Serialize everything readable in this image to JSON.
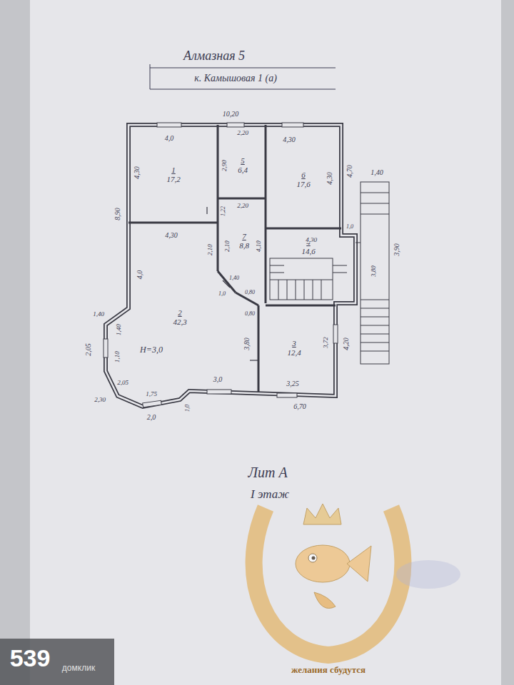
{
  "diagram": {
    "nodes": [
      {
        "text": [
          "1",
          "17,2"
        ]
      },
      {
        "text": [
          "5",
          "6,4"
        ]
      },
      {
        "text": [
          "6",
          "17,6"
        ]
      },
      {
        "text": [
          "7",
          "8,8"
        ]
      },
      {
        "text": [
          "4",
          "14,6"
        ]
      },
      {
        "text": [
          "2",
          "42,3"
        ]
      },
      {
        "text": [
          "3",
          "12,4"
        ]
      }
    ],
    "edges": [],
    "labels": [
      "Алмазная 5",
      "к. Камышовая 1 (а)",
      "10,20",
      "4,0",
      "4,30",
      "2,20",
      "2,90",
      "4,30",
      "4,30",
      "4,70",
      "8,90",
      "2,20",
      "1,22",
      "2,10",
      "4,10",
      "4,30",
      "2,10",
      "4,0",
      "1,40",
      "1,0",
      "0,80",
      "0,80",
      "1,40",
      "1,40",
      "2,05",
      "1,10",
      "H=3,0",
      "3,80",
      "2,05",
      "2,30",
      "1,75",
      "2,0",
      "1,0",
      "3,0",
      "3,25",
      "6,70",
      "3,72",
      "4,20",
      "4,30",
      "1,0",
      "1,40",
      "3,80",
      "3,90",
      "Лит А",
      "I этаж",
      "желания сбудутся",
      "539",
      "домклик"
    ]
  }
}
